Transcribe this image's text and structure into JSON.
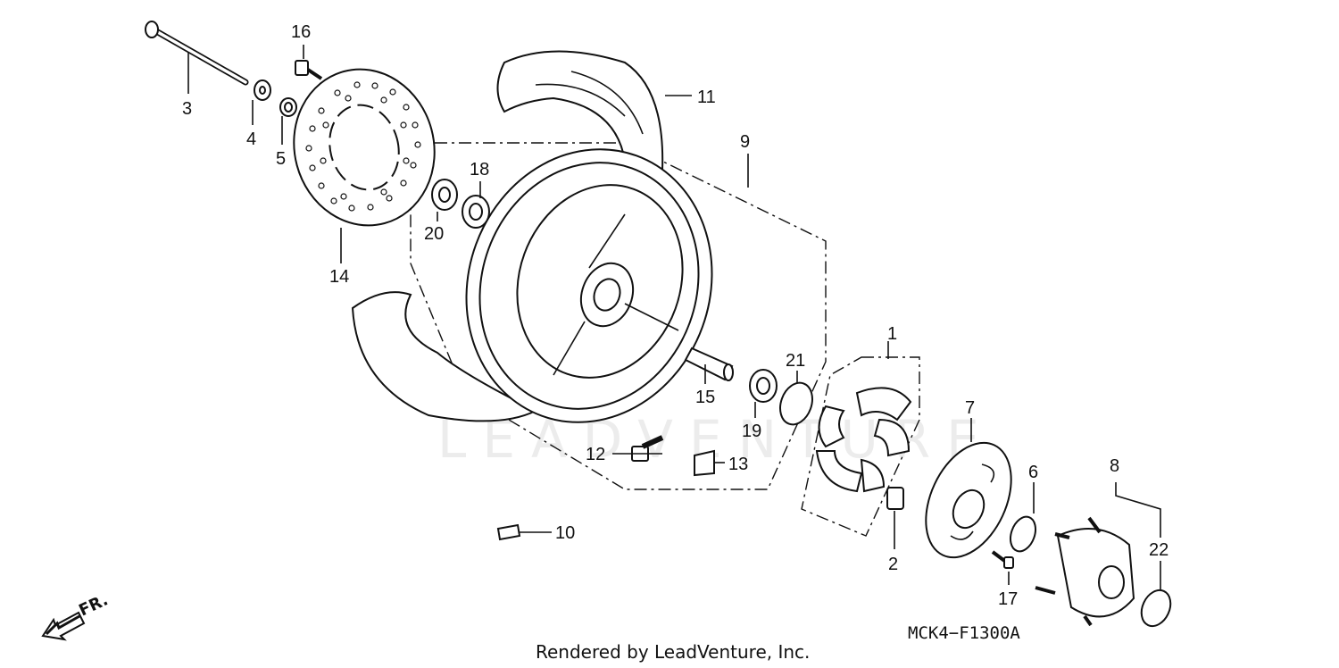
{
  "callouts": [
    "1",
    "2",
    "3",
    "4",
    "5",
    "6",
    "7",
    "8",
    "9",
    "10",
    "11",
    "12",
    "13",
    "14",
    "15",
    "16",
    "17",
    "18",
    "19",
    "20",
    "21",
    "22"
  ],
  "diagram_code": "MCK4−F1300A",
  "credit": "Rendered by LeadVenture, Inc.",
  "watermark": "LEADVENTURE",
  "direction_label": "FR."
}
